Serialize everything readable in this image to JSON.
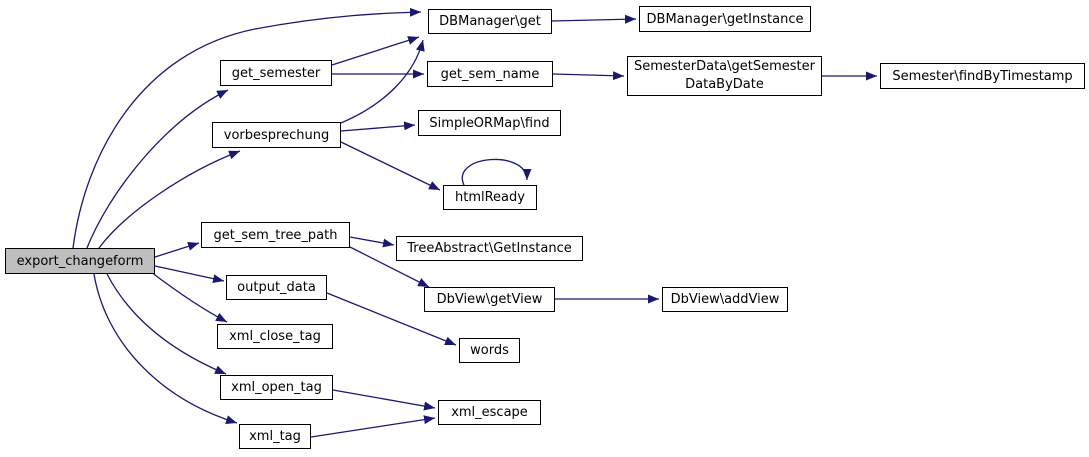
{
  "diagram": {
    "kind": "doxygen-call-graph",
    "edge_color": "#191970",
    "node_border_color": "#000000",
    "node_fill_color": "#ffffff",
    "root_node_fill_color": "#bfbfbf",
    "nodes": {
      "export_changeform": {
        "label": "export_changeform",
        "is_root": true
      },
      "get_semester": {
        "label": "get_semester"
      },
      "vorbesprechung": {
        "label": "vorbesprechung"
      },
      "get_sem_tree_path": {
        "label": "get_sem_tree_path"
      },
      "output_data": {
        "label": "output_data"
      },
      "xml_close_tag": {
        "label": "xml_close_tag"
      },
      "xml_open_tag": {
        "label": "xml_open_tag"
      },
      "xml_tag": {
        "label": "xml_tag"
      },
      "dbmanager_get": {
        "label": "DBManager\\get"
      },
      "get_sem_name": {
        "label": "get_sem_name"
      },
      "simpleormap_find": {
        "label": "SimpleORMap\\find"
      },
      "htmlready": {
        "label": "htmlReady"
      },
      "treeabstract_getinstance": {
        "label": "TreeAbstract\\GetInstance"
      },
      "dbview_getview": {
        "label": "DbView\\getView"
      },
      "words": {
        "label": "words"
      },
      "xml_escape": {
        "label": "xml_escape"
      },
      "dbmanager_getinstance": {
        "label": "DBManager\\getInstance"
      },
      "semesterdata_getsemesterdatabydate": {
        "label": "SemesterData\\getSemester DataByDate"
      },
      "semester_findbytimestamp": {
        "label": "Semester\\findByTimestamp"
      },
      "dbview_addview": {
        "label": "DbView\\addView"
      }
    },
    "edges": [
      {
        "from": "export_changeform",
        "to": "dbmanager_get"
      },
      {
        "from": "export_changeform",
        "to": "get_semester"
      },
      {
        "from": "export_changeform",
        "to": "vorbesprechung"
      },
      {
        "from": "export_changeform",
        "to": "get_sem_tree_path"
      },
      {
        "from": "export_changeform",
        "to": "output_data"
      },
      {
        "from": "export_changeform",
        "to": "xml_close_tag"
      },
      {
        "from": "export_changeform",
        "to": "xml_open_tag"
      },
      {
        "from": "export_changeform",
        "to": "xml_tag"
      },
      {
        "from": "get_semester",
        "to": "dbmanager_get"
      },
      {
        "from": "get_semester",
        "to": "get_sem_name"
      },
      {
        "from": "vorbesprechung",
        "to": "dbmanager_get"
      },
      {
        "from": "vorbesprechung",
        "to": "simpleormap_find"
      },
      {
        "from": "vorbesprechung",
        "to": "htmlready"
      },
      {
        "from": "htmlready",
        "to": "htmlready"
      },
      {
        "from": "dbmanager_get",
        "to": "dbmanager_getinstance"
      },
      {
        "from": "get_sem_name",
        "to": "semesterdata_getsemesterdatabydate"
      },
      {
        "from": "semesterdata_getsemesterdatabydate",
        "to": "semester_findbytimestamp"
      },
      {
        "from": "get_sem_tree_path",
        "to": "treeabstract_getinstance"
      },
      {
        "from": "get_sem_tree_path",
        "to": "dbview_getview"
      },
      {
        "from": "output_data",
        "to": "words"
      },
      {
        "from": "dbview_getview",
        "to": "dbview_addview"
      },
      {
        "from": "xml_open_tag",
        "to": "xml_escape"
      },
      {
        "from": "xml_tag",
        "to": "xml_escape"
      }
    ]
  }
}
